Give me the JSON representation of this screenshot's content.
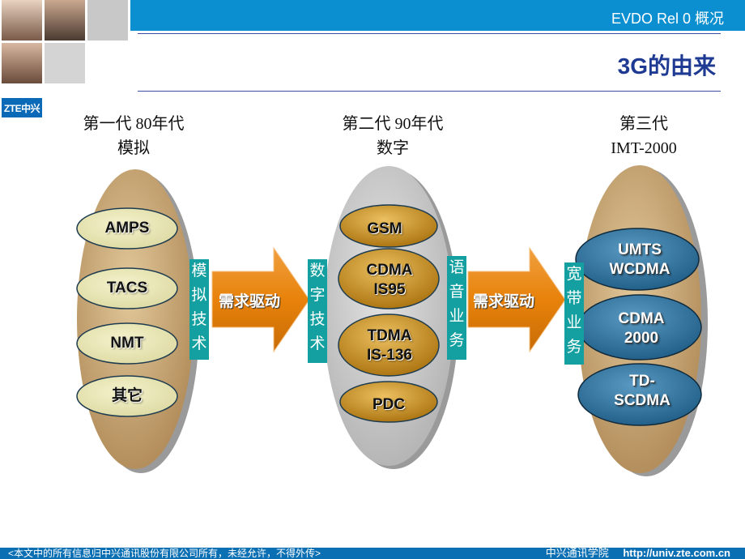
{
  "header": {
    "top_title": "EVDO Rel 0 概况",
    "page_title": "3G的由来",
    "logo_text": "ZTE中兴"
  },
  "generations": [
    {
      "line1": "第一代  80年代",
      "line2": "模拟"
    },
    {
      "line1": "第二代 90年代",
      "line2": "数字"
    },
    {
      "line1": "第三代",
      "line2": "IMT-2000"
    }
  ],
  "gen1_techs": [
    "AMPS",
    "TACS",
    "NMT",
    "其它"
  ],
  "gen2_techs": [
    "GSM",
    "CDMA IS95",
    "TDMA IS-136",
    "PDC"
  ],
  "gen3_techs": [
    "UMTS WCDMA",
    "CDMA 2000",
    "TD-SCDMA"
  ],
  "vertical_labels": {
    "analog_tech": "模拟技术",
    "digital_tech": "数字技术",
    "voice_service": "语音业务",
    "broadband_service": "宽带业务"
  },
  "arrows": [
    "需求驱动",
    "需求驱动"
  ],
  "footer": {
    "left": "<本文中的所有信息归中兴通讯股份有限公司所有，未经允许，不得外传>",
    "right_org": "中兴通讯学院",
    "right_url": "http://univ.zte.com.cn"
  },
  "colors": {
    "header_blue": "#0b8fd0",
    "title_blue": "#1f3a93",
    "gen1_ellipse": "#c8a878",
    "gen2_ellipse": "#c8c8c8",
    "teal_box": "#14a0a0",
    "arrow_orange": "#e8820a"
  }
}
